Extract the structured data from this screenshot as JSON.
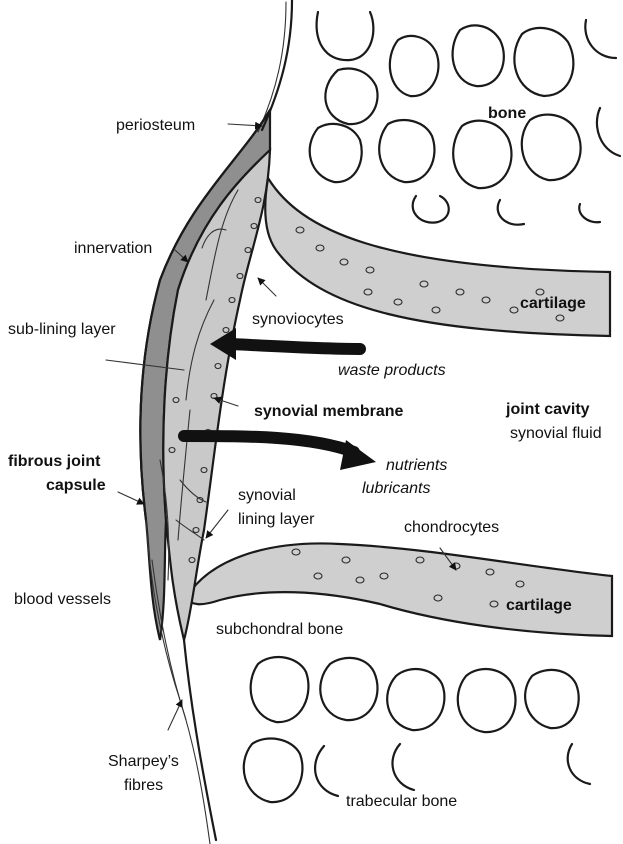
{
  "labels": {
    "periosteum": "periosteum",
    "bone": "bone",
    "innervation": "innervation",
    "synoviocytes": "synoviocytes",
    "cartilage_top": "cartilage",
    "sub_lining_layer": "sub-lining layer",
    "waste_products": "waste products",
    "synovial_membrane": "synovial membrane",
    "joint_cavity": "joint cavity",
    "synovial_fluid": "synovial fluid",
    "fibrous_joint_capsule_1": "fibrous joint",
    "fibrous_joint_capsule_2": "capsule",
    "nutrients": "nutrients",
    "lubricants": "lubricants",
    "synovial_lining_layer_1": "synovial",
    "synovial_lining_layer_2": "lining layer",
    "chondrocytes": "chondrocytes",
    "blood_vessels": "blood vessels",
    "cartilage_bottom": "cartilage",
    "subchondral_bone": "subchondral bone",
    "sharpeys_fibres_1": "Sharpey’s",
    "sharpeys_fibres_2": "fibres",
    "trabecular_bone": "trabecular bone"
  },
  "colors": {
    "membrane_fill": "#c9c9c9",
    "capsule_fill": "#8f8f8f",
    "cartilage_fill": "#cfcfcf",
    "ink": "#1a1a1a",
    "flow_arrow": "#111111"
  }
}
